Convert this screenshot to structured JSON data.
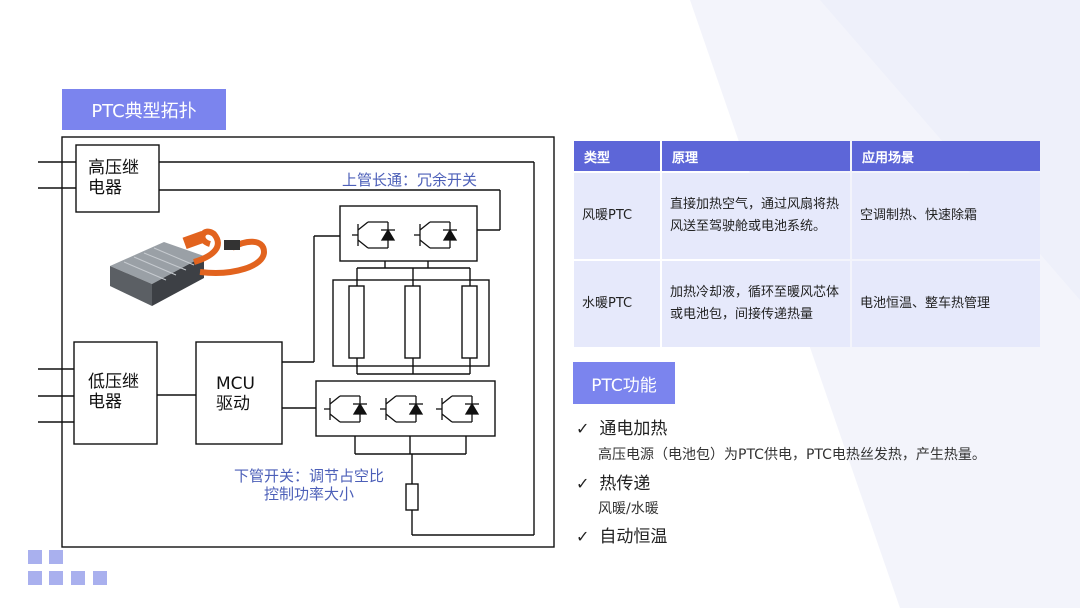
{
  "topology": {
    "title": "PTC典型拓扑",
    "hv_relay": "高压继\n电器",
    "lv_relay": "低压继\n电器",
    "mcu": "MCU\n驱动",
    "upper_note": "上管长通：冗余开关",
    "lower_note_1": "下管开关：调节占空比",
    "lower_note_2": "控制功率大小"
  },
  "table": {
    "headers": [
      "类型",
      "原理",
      "应用场景"
    ],
    "rows": [
      {
        "type": "风暖PTC",
        "principle": "直接加热空气，通过风扇将热风送至驾驶舱或电池系统。",
        "scenario": "空调制热、快速除霜"
      },
      {
        "type": "水暖PTC",
        "principle": "加热冷却液，循环至暖风芯体或电池包，间接传递热量",
        "scenario": "电池恒温、整车热管理"
      }
    ]
  },
  "functions": {
    "title": "PTC功能",
    "items": [
      {
        "label": "通电加热",
        "detail": "高压电源（电池包）为PTC供电，PTC电热丝发热，产生热量。"
      },
      {
        "label": "热传递",
        "detail": "风暖/水暖"
      },
      {
        "label": "自动恒温",
        "detail": ""
      }
    ]
  },
  "colors": {
    "accent": "#7b84ee",
    "header": "#5d66d8",
    "cell": "#e6e9fb",
    "note": "#4c5fb8"
  }
}
